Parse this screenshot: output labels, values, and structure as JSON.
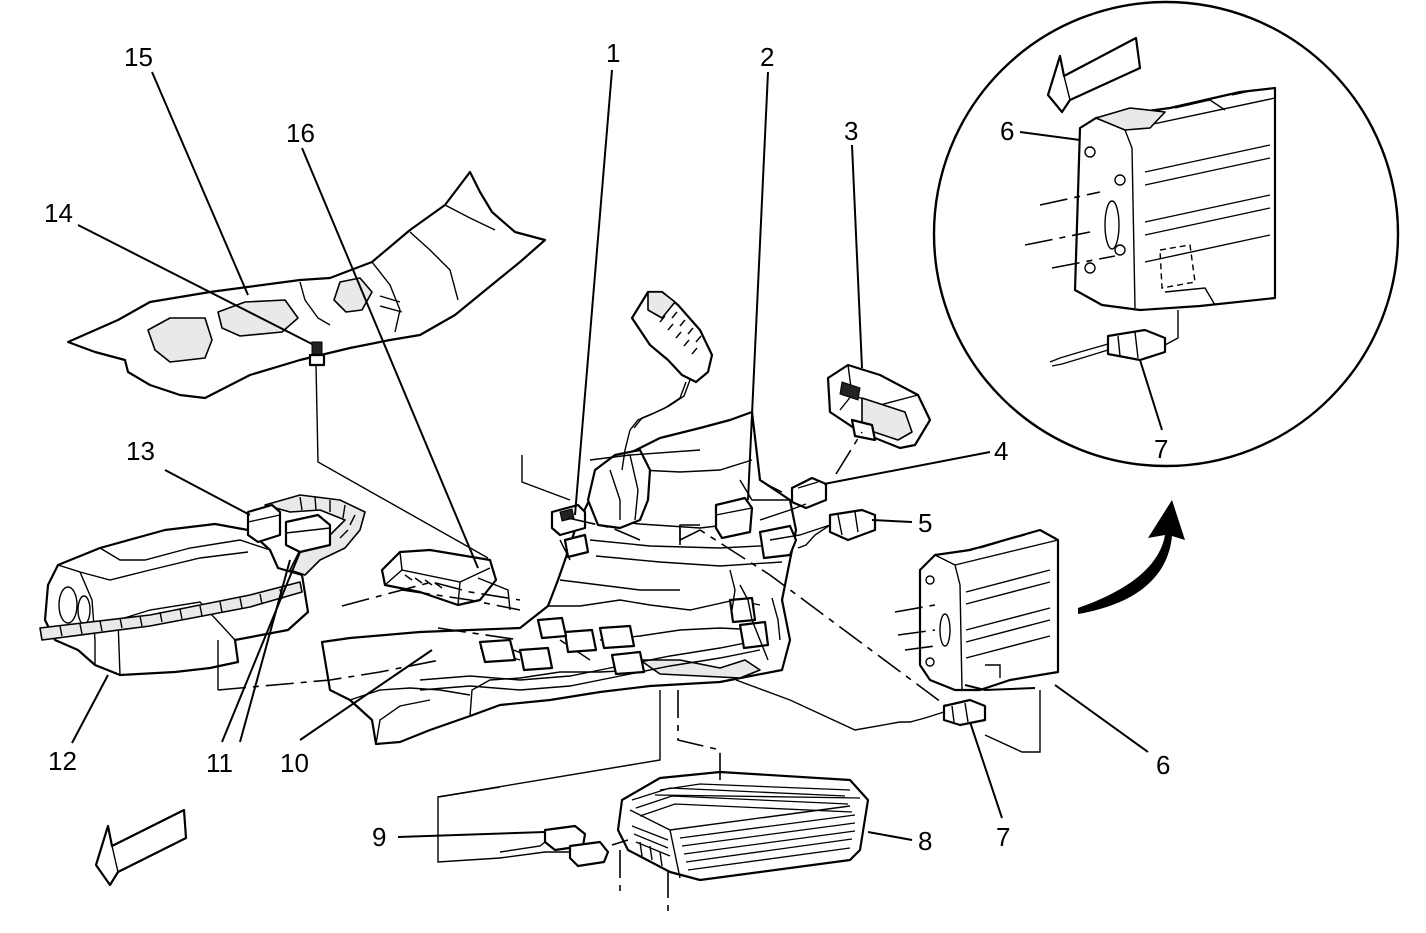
{
  "callouts": {
    "c1": "1",
    "c2": "2",
    "c3": "3",
    "c4": "4",
    "c5": "5",
    "c6": "6",
    "c6b": "6",
    "c7": "7",
    "c7b": "7",
    "c8": "8",
    "c9": "9",
    "c10": "10",
    "c11": "11",
    "c12": "12",
    "c13": "13",
    "c14": "14",
    "c15": "15",
    "c16": "16"
  },
  "icons": {
    "front_arrow": "forward-direction-arrow-icon",
    "detail_arrow": "forward-direction-arrow-icon",
    "curved_arrow": "detail-view-curved-arrow-icon"
  },
  "colors": {
    "ink": "#000000",
    "paper": "#ffffff",
    "shade": "#e9e9e9"
  }
}
